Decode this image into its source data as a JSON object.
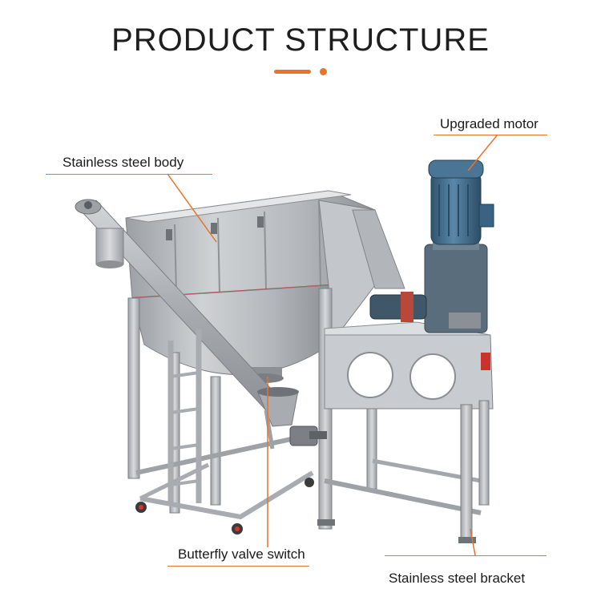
{
  "header": {
    "title": "PRODUCT STRUCTURE"
  },
  "colors": {
    "accent": "#e8732a",
    "steel": "#b9bcc0",
    "motor_blue": "#3f6c8c"
  },
  "callouts": [
    {
      "id": "body",
      "label": "Stainless steel body"
    },
    {
      "id": "motor",
      "label": "Upgraded motor"
    },
    {
      "id": "valve",
      "label": "Butterfly valve switch"
    },
    {
      "id": "bracket",
      "label": "Stainless steel bracket"
    }
  ]
}
